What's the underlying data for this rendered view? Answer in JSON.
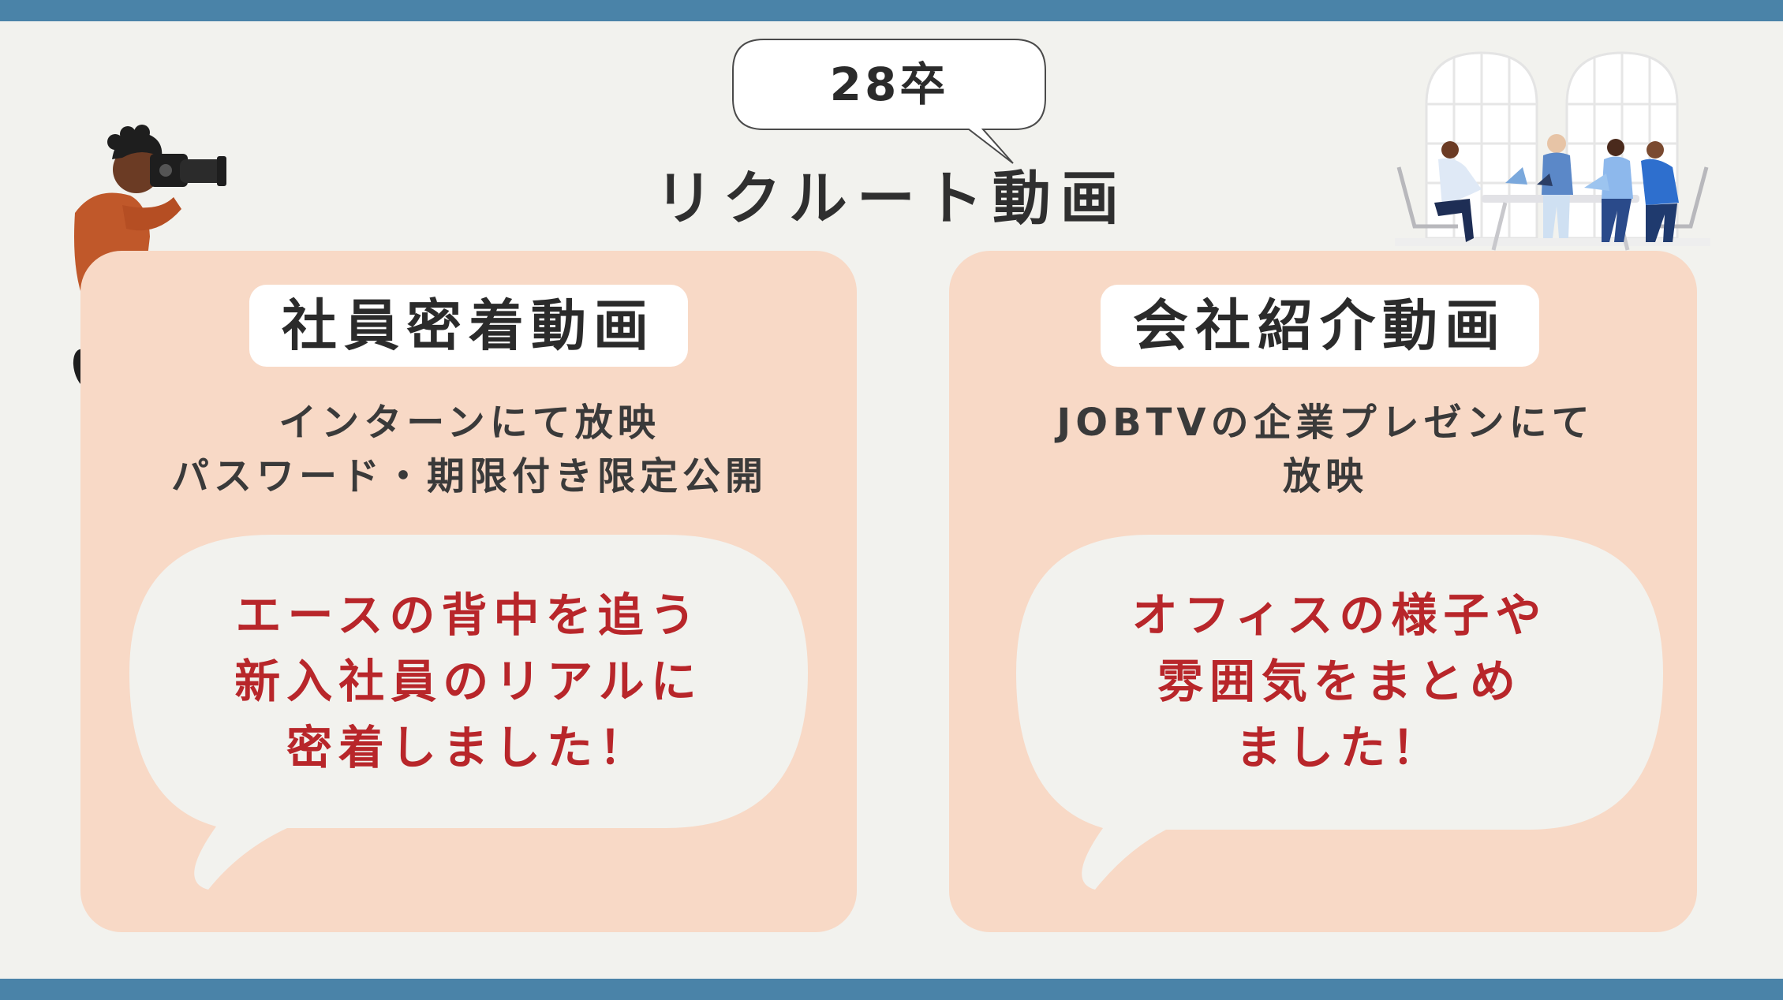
{
  "header": {
    "year_label": "28卒",
    "title": "リクルート動画"
  },
  "cards": [
    {
      "tag": "社員密着動画",
      "description": [
        "インターンにて放映",
        "パスワード・期限付き限定公開"
      ],
      "bubble": [
        "エースの背中を追う",
        "新入社員のリアルに",
        "密着しました！"
      ]
    },
    {
      "tag": "会社紹介動画",
      "description": [
        "JOBTVの企業プレゼンにて",
        "放映"
      ],
      "bubble": [
        "オフィスの様子や",
        "雰囲気をまとめ",
        "ました！"
      ]
    }
  ],
  "colors": {
    "band": "#4a83a8",
    "background": "#f2f2ee",
    "card": "#f8d9c6",
    "accent_text": "#b8262a"
  },
  "icons": [
    "photographer-illustration",
    "office-meeting-illustration"
  ]
}
